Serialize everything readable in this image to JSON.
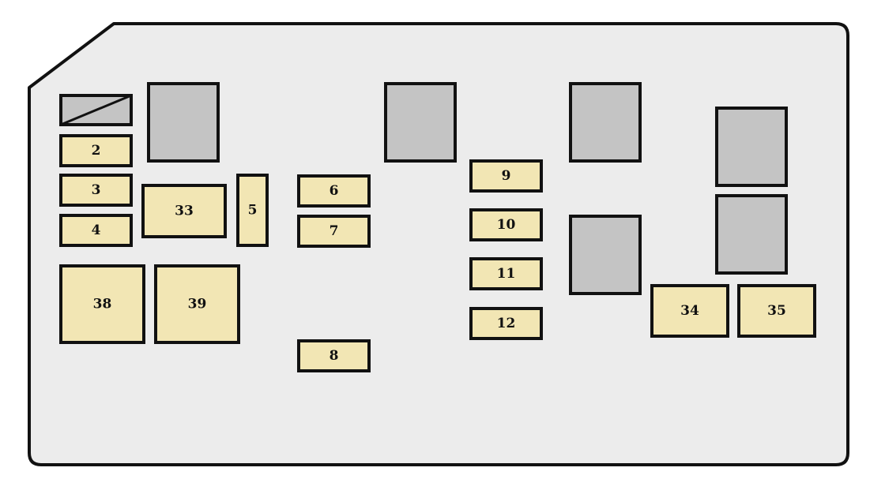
{
  "colors": {
    "background": "#ffffff",
    "box_fill": "#ececec",
    "outline": "#111111",
    "fuse_fill": "#f2e6b4",
    "relay_fill": "#c4c4c4"
  },
  "unlabeled_slot": {
    "state": "crossed-out"
  },
  "fuses": [
    {
      "id": "fuse-2",
      "label": "2"
    },
    {
      "id": "fuse-3",
      "label": "3"
    },
    {
      "id": "fuse-4",
      "label": "4"
    },
    {
      "id": "fuse-33",
      "label": "33"
    },
    {
      "id": "fuse-5",
      "label": "5"
    },
    {
      "id": "fuse-6",
      "label": "6"
    },
    {
      "id": "fuse-7",
      "label": "7"
    },
    {
      "id": "fuse-38",
      "label": "38"
    },
    {
      "id": "fuse-39",
      "label": "39"
    },
    {
      "id": "fuse-8",
      "label": "8"
    },
    {
      "id": "fuse-9",
      "label": "9"
    },
    {
      "id": "fuse-10",
      "label": "10"
    },
    {
      "id": "fuse-11",
      "label": "11"
    },
    {
      "id": "fuse-12",
      "label": "12"
    },
    {
      "id": "fuse-34",
      "label": "34"
    },
    {
      "id": "fuse-35",
      "label": "35"
    }
  ],
  "relays": [
    {
      "id": "relay-a"
    },
    {
      "id": "relay-b"
    },
    {
      "id": "relay-c"
    },
    {
      "id": "relay-d"
    },
    {
      "id": "relay-e"
    },
    {
      "id": "relay-f"
    }
  ]
}
